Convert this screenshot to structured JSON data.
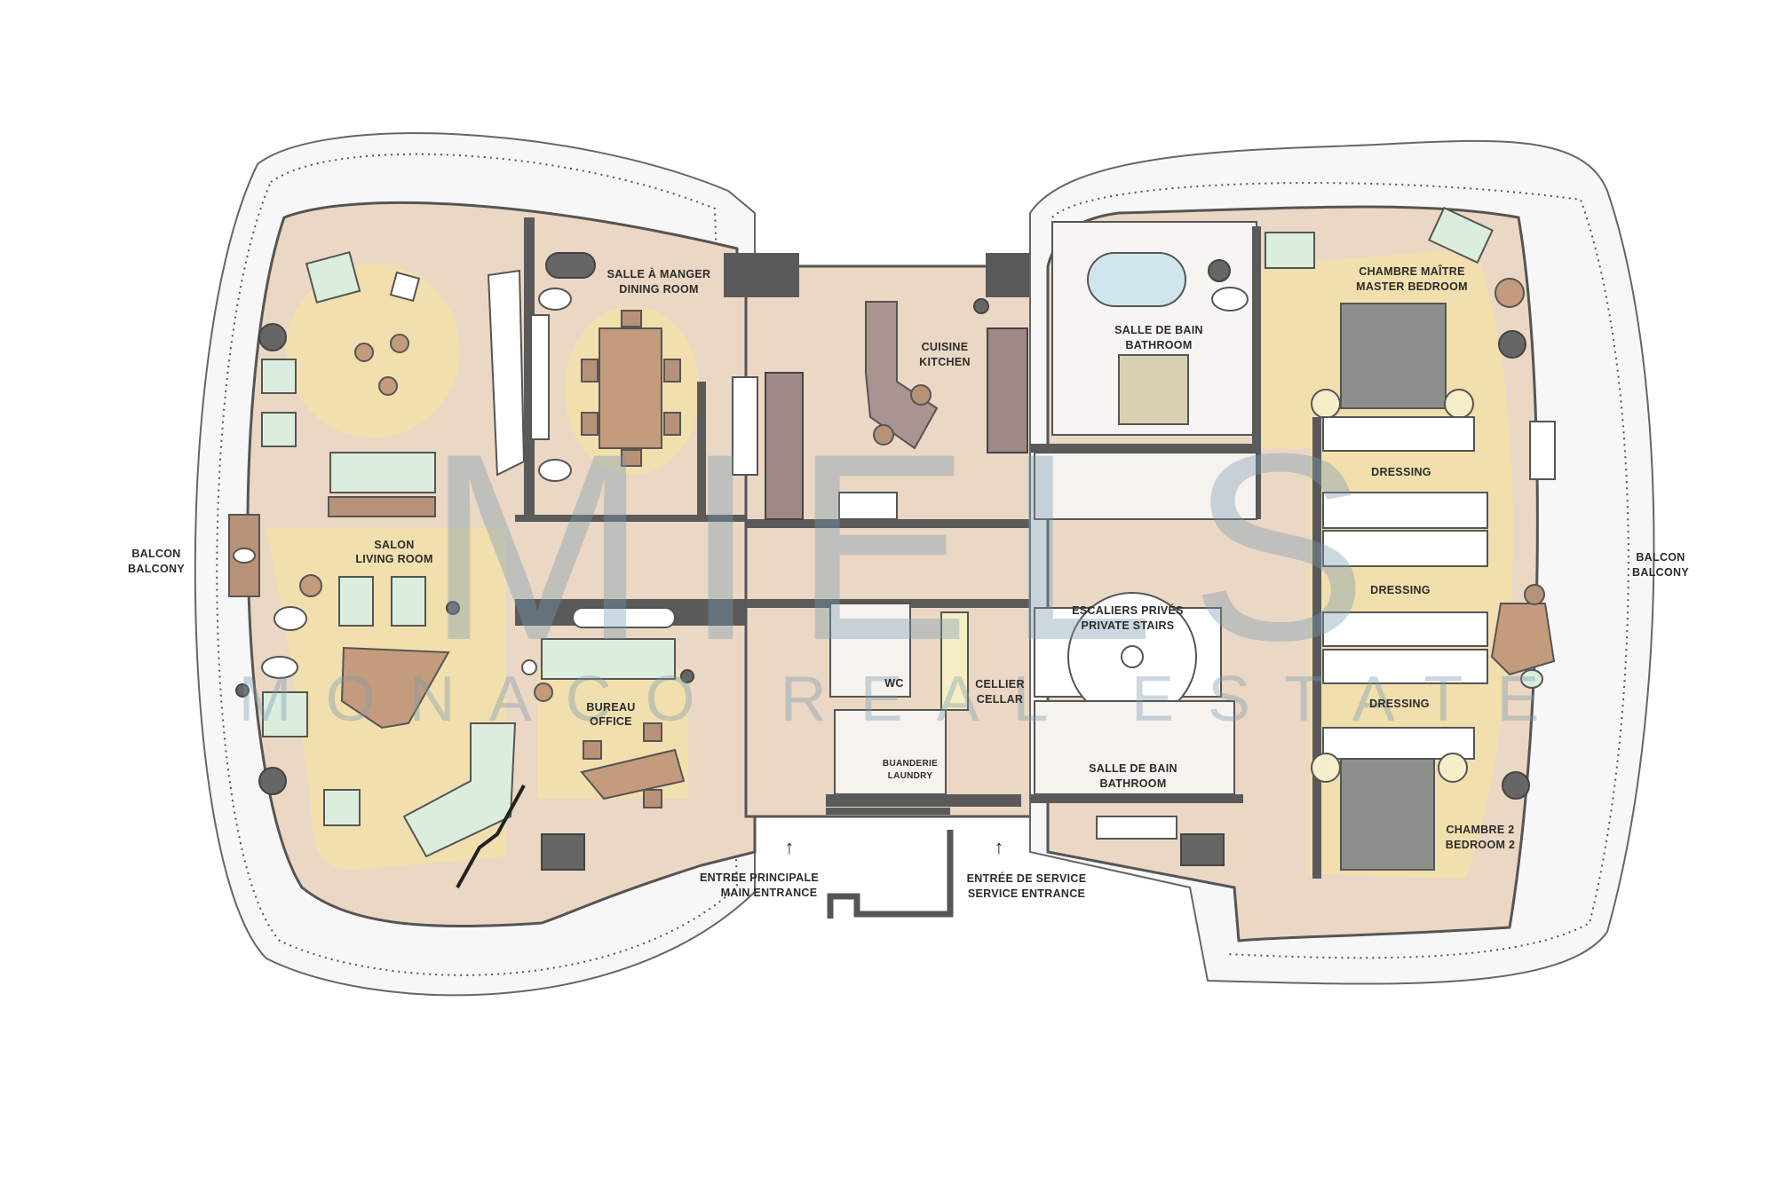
{
  "rooms": {
    "balcony_left": {
      "fr": "BALCON",
      "en": "BALCONY"
    },
    "balcony_right": {
      "fr": "BALCON",
      "en": "BALCONY"
    },
    "dining": {
      "fr": "SALLE À MANGER",
      "en": "DINING ROOM"
    },
    "living": {
      "fr": "SALON",
      "en": "LIVING ROOM"
    },
    "office": {
      "fr": "BUREAU",
      "en": "OFFICE"
    },
    "kitchen": {
      "fr": "CUISINE",
      "en": "KITCHEN"
    },
    "bathroom_master": {
      "fr": "SALLE DE BAIN",
      "en": "BATHROOM"
    },
    "master_bedroom": {
      "fr": "CHAMBRE MAÎTRE",
      "en": "MASTER BEDROOM"
    },
    "dressing_1": {
      "en": "DRESSING"
    },
    "dressing_2": {
      "en": "DRESSING"
    },
    "dressing_3": {
      "en": "DRESSING"
    },
    "stairs": {
      "fr": "ESCALIERS PRIVÉS",
      "en": "PRIVATE STAIRS"
    },
    "wc": {
      "en": "WC"
    },
    "cellar": {
      "fr": "CELLIER",
      "en": "CELLAR"
    },
    "laundry": {
      "fr": "BUANDERIE",
      "en": "LAUNDRY"
    },
    "bathroom_2": {
      "fr": "SALLE DE BAIN",
      "en": "BATHROOM"
    },
    "bedroom_2": {
      "fr": "CHAMBRE 2",
      "en": "BEDROOM 2"
    }
  },
  "entrances": {
    "main": {
      "fr": "ENTREE PRINCIPALE",
      "en": "MAIN ENTRANCE",
      "arrow": "↑"
    },
    "service": {
      "fr": "ENTRÉE DE SERVICE",
      "en": "SERVICE ENTRANCE",
      "arrow": "↑"
    }
  },
  "watermark": {
    "brand": "MIELS",
    "tagline": "MONACO REAL ESTATE"
  },
  "colors": {
    "floor": "#ead8c4",
    "rug": "#f1dfae",
    "wall": "#5a5a5a",
    "furniture": "#dbeedd",
    "watermark": "#7b9bb0"
  }
}
